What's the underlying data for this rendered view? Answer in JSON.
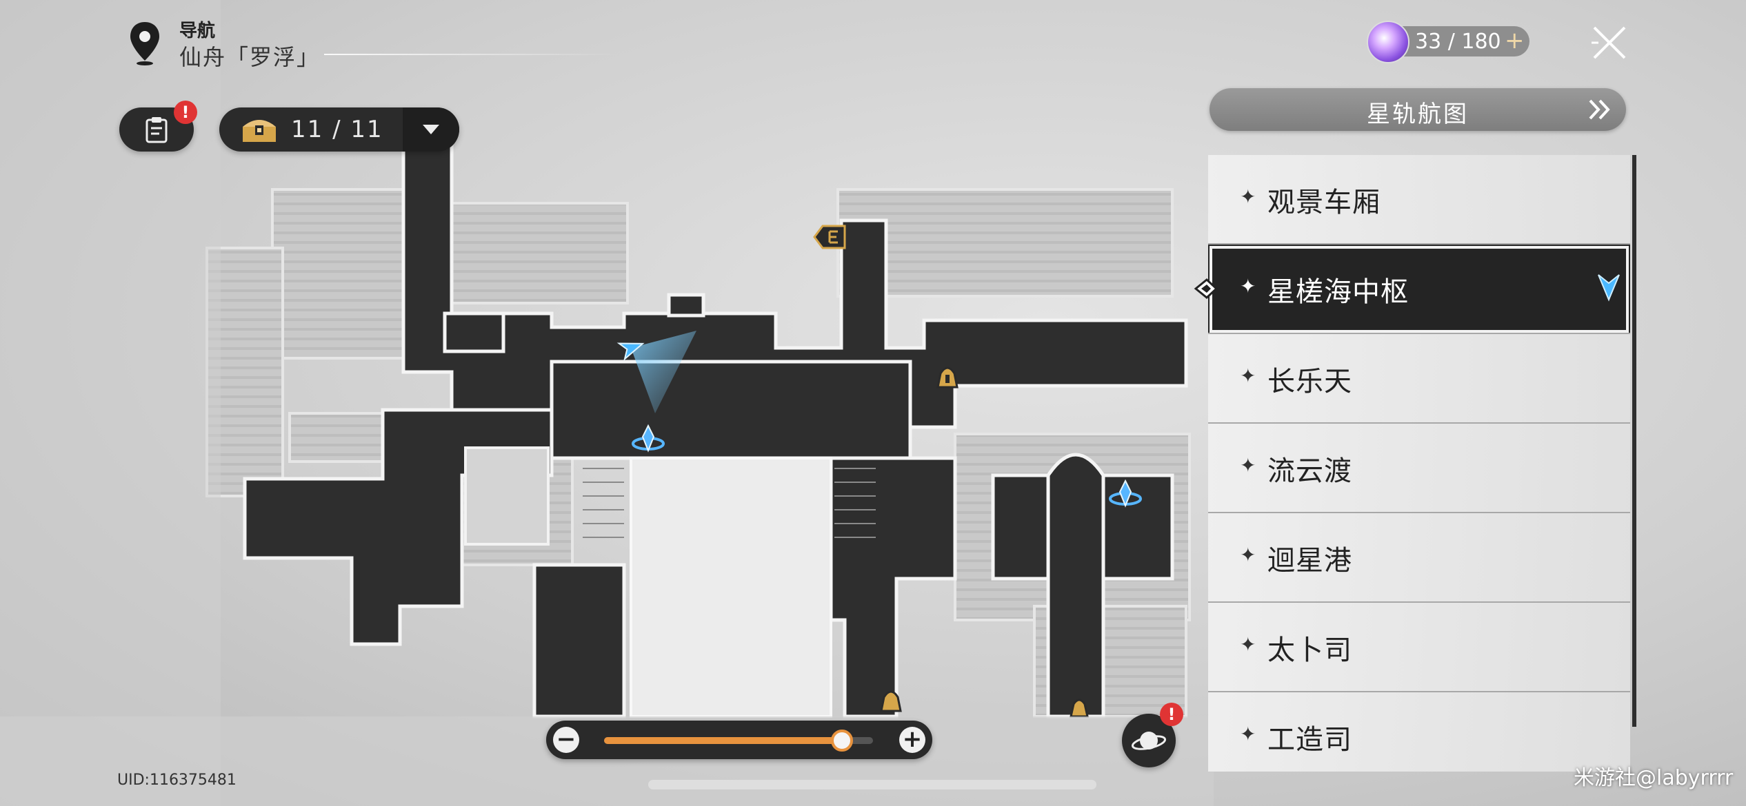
{
  "nav": {
    "label": "导航",
    "location": "仙舟「罗浮」"
  },
  "chest": {
    "count": "11 / 11"
  },
  "power": {
    "value": "33 / 180",
    "plus": "+"
  },
  "starmap": {
    "label": "星轨航图"
  },
  "regions": [
    {
      "name": "观景车厢",
      "active": false
    },
    {
      "name": "星槎海中枢",
      "active": true
    },
    {
      "name": "长乐天",
      "active": false
    },
    {
      "name": "流云渡",
      "active": false
    },
    {
      "name": "迴星港",
      "active": false
    },
    {
      "name": "太卜司",
      "active": false
    },
    {
      "name": "工造司",
      "active": false
    }
  ],
  "zoom": {
    "level": 0.92,
    "minus": "−",
    "plus": "+"
  },
  "alerts": {
    "task": "!",
    "planet": "!"
  },
  "uid": "UID:116375481",
  "watermark": "米游社@labyrrrr",
  "colors": {
    "accent_orange": "#e8933e",
    "alert_red": "#e03434",
    "marker_blue": "#3fa8f0",
    "marker_gold": "#d6a64a",
    "panel_dark": "#2b2b2b"
  },
  "icons": [
    "location-pin-icon",
    "task-list-icon",
    "treasure-chest-icon",
    "dropdown-triangle-icon",
    "trailblaze-power-icon",
    "close-icon",
    "double-chevron-icon",
    "player-arrow-icon",
    "space-anchor-icon",
    "exit-door-icon",
    "bell-icon",
    "planet-icon"
  ]
}
